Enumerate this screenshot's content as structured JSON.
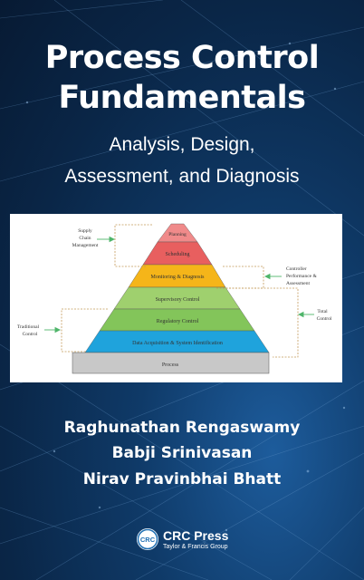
{
  "cover": {
    "title_line1": "Process Control",
    "title_line2": "Fundamentals",
    "subtitle_line1": "Analysis, Design,",
    "subtitle_line2": "Assessment, and Diagnosis"
  },
  "figure": {
    "pyramid_levels": [
      {
        "label": "Planning",
        "color": "#f08a8a"
      },
      {
        "label": "Scheduling",
        "color": "#e85f5f"
      },
      {
        "label": "Monitoring & Diagnosis",
        "color": "#f5b519"
      },
      {
        "label": "Supervisory Control",
        "color": "#9fd06e"
      },
      {
        "label": "Regulatory Control",
        "color": "#83c55a"
      },
      {
        "label": "Data Acquisition & System Identification",
        "color": "#1fa3dc"
      },
      {
        "label": "Process",
        "color": "#c8c8c8"
      }
    ],
    "annotations": {
      "supply_chain_1": "Supply",
      "supply_chain_2": "Chain",
      "supply_chain_3": "Management",
      "controller_1": "Controller",
      "controller_2": "Performance &",
      "controller_3": "Assessment",
      "total_1": "Total",
      "total_2": "Control",
      "traditional_1": "Traditional",
      "traditional_2": "Control"
    }
  },
  "authors": [
    "Raghunathan Rengaswamy",
    "Babji Srinivasan",
    "Nirav Pravinbhai Bhatt"
  ],
  "publisher": {
    "name": "CRC Press",
    "subline": "Taylor & Francis Group",
    "logo_text": "CRC"
  }
}
